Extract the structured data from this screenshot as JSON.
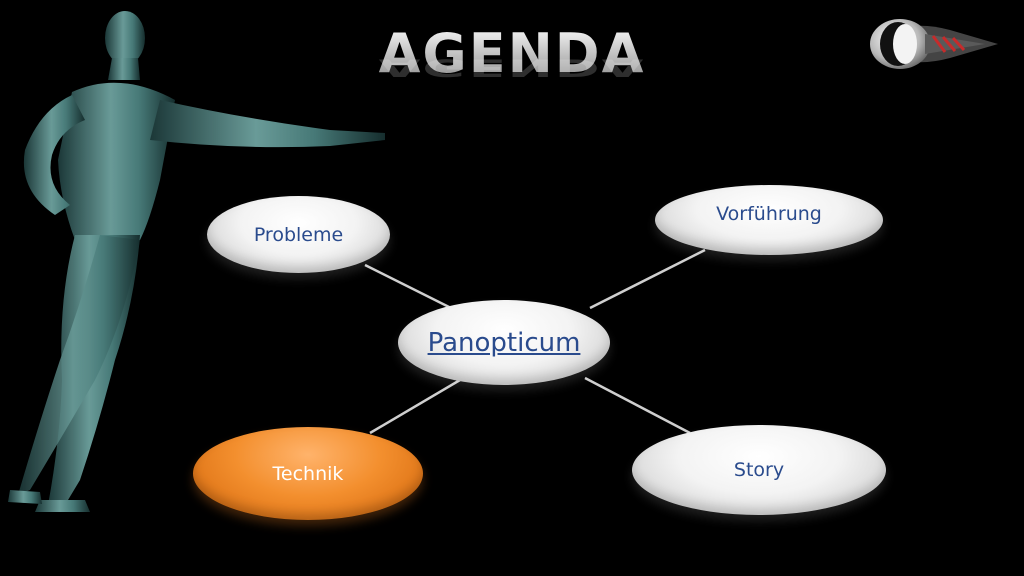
{
  "slide": {
    "title": "AGENDA"
  },
  "diagram": {
    "center": {
      "label": "Panopticum"
    },
    "nodes": [
      {
        "id": "probleme",
        "label": "Probleme"
      },
      {
        "id": "vorfuehrung",
        "label": "Vorführung"
      },
      {
        "id": "technik",
        "label": "Technik",
        "highlighted": true
      },
      {
        "id": "story",
        "label": "Story"
      }
    ]
  },
  "colors": {
    "background": "#000000",
    "node_fill": "#f2f2f2",
    "node_text": "#2a4b8d",
    "highlight_fill": "#f38f2e",
    "highlight_text": "#ffffff",
    "connector": "#cfcfcf"
  },
  "images": {
    "figure": "pointing-human-figure",
    "logo": "eye-lens-logo"
  }
}
